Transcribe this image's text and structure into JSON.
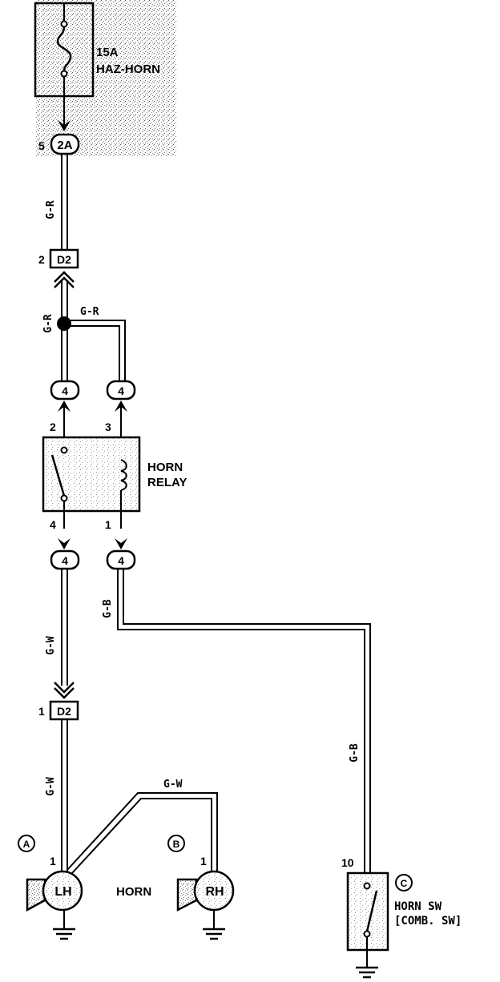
{
  "fuse": {
    "rating": "15A",
    "name": "HAZ-HORN"
  },
  "connectors": {
    "jb_top": {
      "code": "2A",
      "pin": "5"
    },
    "d2_upper": {
      "code": "D2",
      "pin": "2"
    },
    "d2_lower": {
      "code": "D2",
      "pin": "1"
    },
    "relay_in_left": {
      "code": "4"
    },
    "relay_in_right": {
      "code": "4"
    },
    "relay_out_left": {
      "code": "4"
    },
    "relay_out_right": {
      "code": "4"
    }
  },
  "relay": {
    "name_line1": "HORN",
    "name_line2": "RELAY",
    "pin_top_left": "2",
    "pin_top_right": "3",
    "pin_bottom_left": "4",
    "pin_bottom_right": "1"
  },
  "wires": {
    "gr_main": "G-R",
    "gr_left": "G-R",
    "gr_branch": "G-R",
    "gb_upper": "G-B",
    "gb_lower": "G-B",
    "gw_upper": "G-W",
    "gw_lower": "G-W",
    "gw_branch": "G-W"
  },
  "horns": {
    "label": "HORN",
    "lh": {
      "name": "LH",
      "pin": "1",
      "marker": "A"
    },
    "rh": {
      "name": "RH",
      "pin": "1",
      "marker": "B"
    }
  },
  "horn_switch": {
    "pin": "10",
    "marker": "C",
    "name_line1": "HORN SW",
    "name_line2": "[COMB. SW]"
  }
}
